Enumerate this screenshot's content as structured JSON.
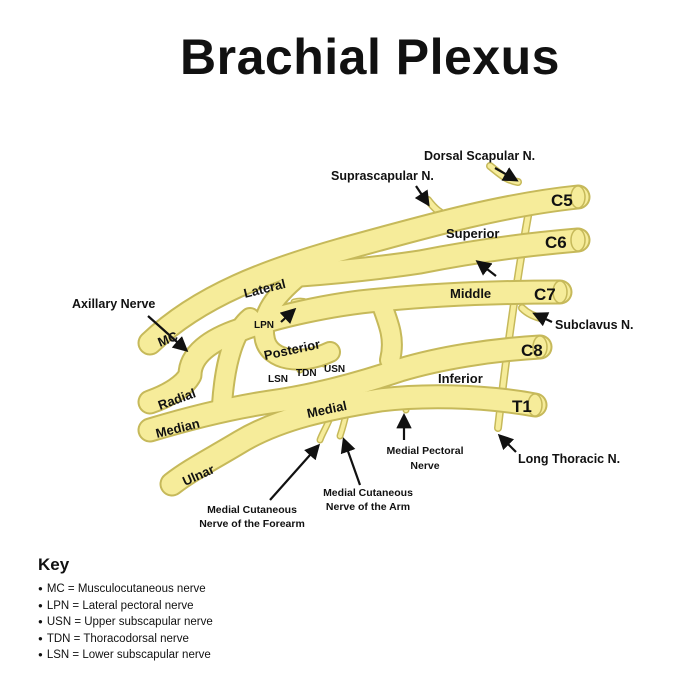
{
  "title": "Brachial Plexus",
  "roots": [
    "C5",
    "C6",
    "C7",
    "C8",
    "T1"
  ],
  "trunks": {
    "superior": "Superior",
    "middle": "Middle",
    "inferior": "Inferior"
  },
  "cords": {
    "lateral": "Lateral",
    "posterior": "Posterior",
    "medial": "Medial"
  },
  "branches": {
    "mc": "MC",
    "radial": "Radial",
    "median": "Median",
    "ulnar": "Ulnar"
  },
  "small_labels": {
    "lpn": "LPN",
    "lsn": "LSN",
    "tdn": "TDN",
    "usn": "USN"
  },
  "annotations": {
    "dorsal_scapular": "Dorsal Scapular N.",
    "suprascapular": "Suprascapular N.",
    "axillary": "Axillary Nerve",
    "subclavius": "Subclavus N.",
    "long_thoracic": "Long Thoracic N.",
    "medial_pectoral_1": "Medial Pectoral",
    "medial_pectoral_2": "Nerve",
    "mc_forearm_1": "Medial Cutaneous",
    "mc_forearm_2": "Nerve of the Forearm",
    "mc_arm_1": "Medial Cutaneous",
    "mc_arm_2": "Nerve of the Arm"
  },
  "key": {
    "title": "Key",
    "items": [
      "MC = Musculocutaneous nerve",
      "LPN = Lateral pectoral nerve",
      "USN = Upper subscapular nerve",
      "TDN = Thoracodorsal nerve",
      "LSN = Lower subscapular nerve"
    ]
  },
  "colors": {
    "nerve_fill": "#f6ec9a",
    "nerve_outline": "#c6b95a",
    "text": "#111111"
  }
}
